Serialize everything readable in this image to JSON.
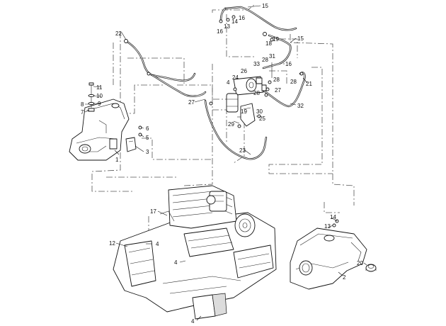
{
  "callouts": {
    "c1": "1",
    "c2": "2",
    "c3": "3",
    "c4a": "4",
    "c4b": "4",
    "c4c": "4",
    "c4d": "4",
    "c5": "5",
    "c6": "6",
    "c7": "7",
    "c8": "8",
    "c9": "9",
    "c10": "10",
    "c11": "11",
    "c12": "12",
    "c13a": "13",
    "c13b": "13",
    "c14a": "14",
    "c14b": "14",
    "c15a": "15",
    "c15b": "15",
    "c16a": "16",
    "c16b": "16",
    "c16c": "16",
    "c17": "17",
    "c18": "18",
    "c19a": "19",
    "c19b": "19",
    "c20": "20",
    "c21": "21",
    "c22": "22",
    "c23": "23",
    "c24": "24",
    "c25": "25",
    "c26": "26",
    "c27a": "27",
    "c27b": "27",
    "c28a": "28",
    "c28b": "28",
    "c28c": "28",
    "c28d": "28",
    "c29": "29",
    "c30": "30",
    "c31": "31",
    "c32": "32",
    "c33": "33"
  }
}
